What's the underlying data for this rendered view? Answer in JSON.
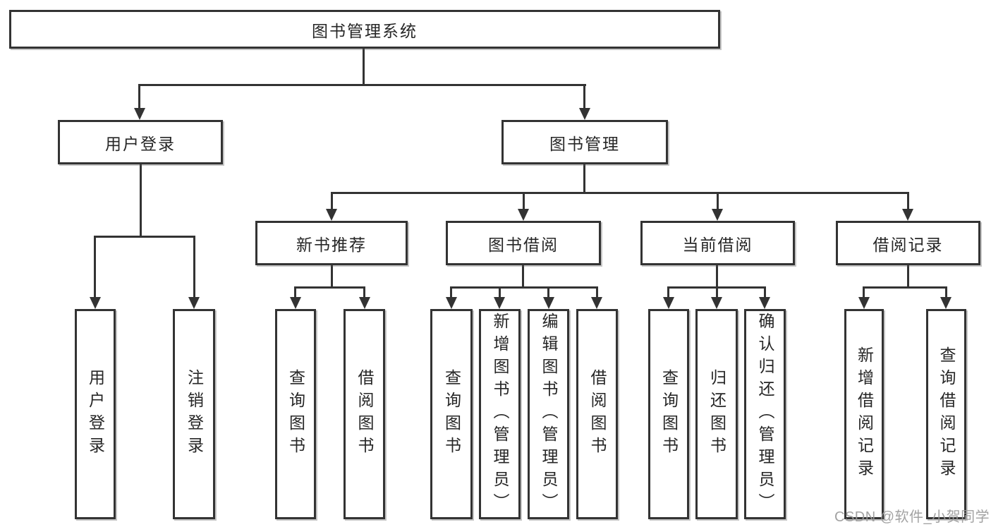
{
  "diagram": {
    "type": "hierarchy-tree",
    "root": {
      "label": "图书管理系统"
    },
    "level2": [
      {
        "label": "用户登录"
      },
      {
        "label": "图书管理"
      }
    ],
    "level3": [
      {
        "label": "新书推荐",
        "parent": "图书管理"
      },
      {
        "label": "图书借阅",
        "parent": "图书管理"
      },
      {
        "label": "当前借阅",
        "parent": "图书管理"
      },
      {
        "label": "借阅记录",
        "parent": "图书管理"
      }
    ],
    "leaves": [
      {
        "label": "用户登录",
        "parent": "用户登录"
      },
      {
        "label": "注销登录",
        "parent": "用户登录"
      },
      {
        "label": "查询图书",
        "parent": "新书推荐"
      },
      {
        "label": "借阅图书",
        "parent": "新书推荐"
      },
      {
        "label": "查询图书",
        "parent": "图书借阅"
      },
      {
        "label": "新增图书（管理员）",
        "parent": "图书借阅"
      },
      {
        "label": "编辑图书（管理员）",
        "parent": "图书借阅"
      },
      {
        "label": "借阅图书",
        "parent": "图书借阅"
      },
      {
        "label": "查询图书",
        "parent": "当前借阅"
      },
      {
        "label": "归还图书",
        "parent": "当前借阅"
      },
      {
        "label": "确认归还（管理员）",
        "parent": "当前借阅"
      },
      {
        "label": "新增借阅记录",
        "parent": "借阅记录"
      },
      {
        "label": "查询借阅记录",
        "parent": "借阅记录"
      }
    ]
  },
  "watermark": "CSDN @软件_小贺同学",
  "colors": {
    "line": "#333333",
    "box_background": "#ffffff",
    "text": "#262626",
    "watermark": "#9b9b9b"
  }
}
